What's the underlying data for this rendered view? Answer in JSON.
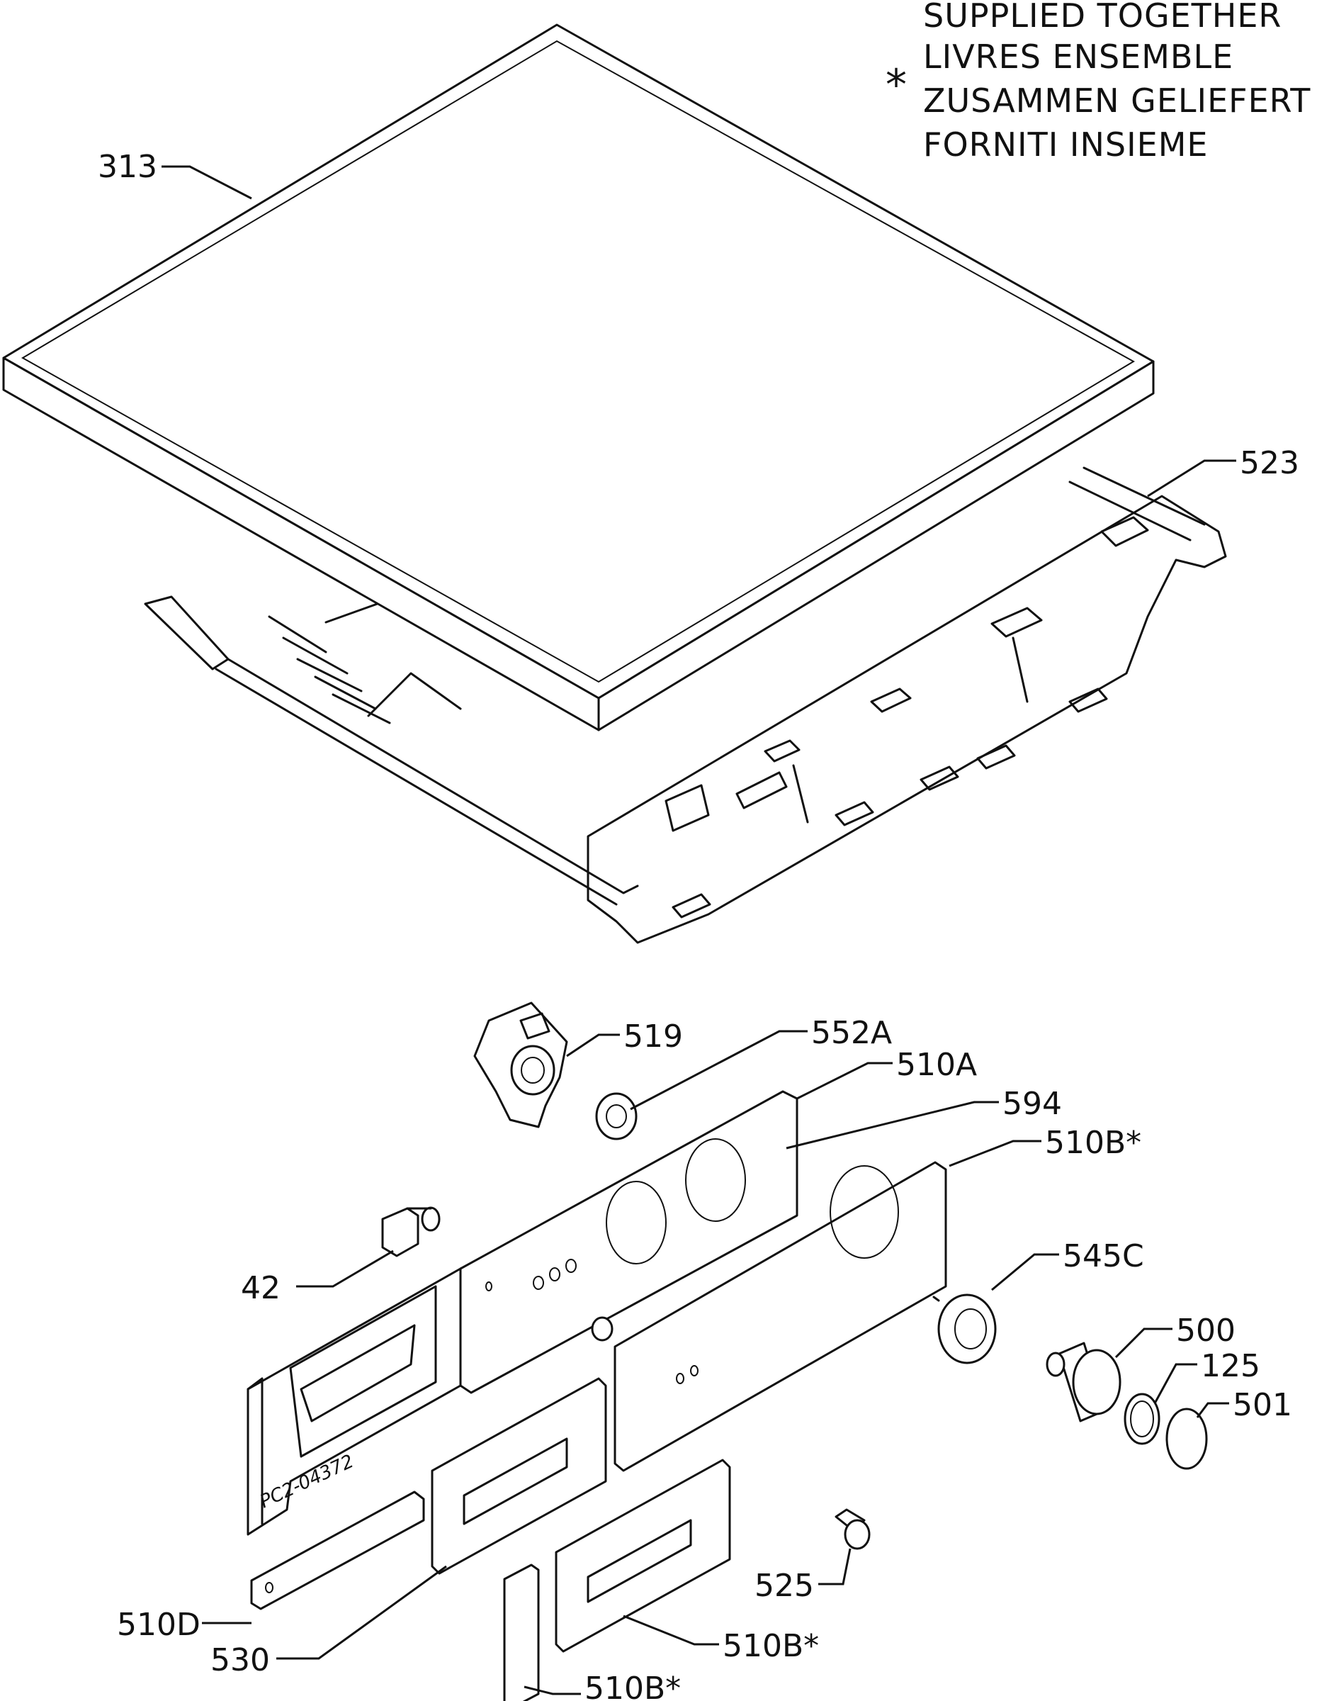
{
  "note": {
    "star": "*",
    "lines": [
      "SUPPLIED TOGETHER",
      "LIVRES ENSEMBLE",
      "ZUSAMMEN GELIEFERT",
      "FORNITI INSIEME"
    ]
  },
  "labels": {
    "p313": "313",
    "p523": "523",
    "p519": "519",
    "p552a": "552A",
    "p510a": "510A",
    "p594": "594",
    "p510b_top": "510B*",
    "p545c": "545C",
    "p42": "42",
    "p500": "500",
    "p125": "125",
    "p501": "501",
    "p525": "525",
    "p510d": "510D",
    "p530": "530",
    "p510b_mid": "510B*",
    "p510b_bot": "510B*"
  },
  "drawing_code": "PC2-04372"
}
